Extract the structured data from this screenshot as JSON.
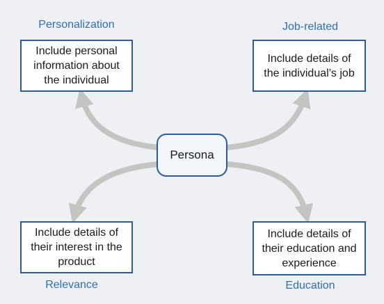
{
  "center": {
    "label": "Persona"
  },
  "nodes": [
    {
      "category": "Personalization",
      "text": [
        "Include personal",
        "information about",
        "the individual"
      ]
    },
    {
      "category": "Job-related",
      "text": [
        "Include details of",
        "the individual’s job"
      ]
    },
    {
      "category": "Relevance",
      "text": [
        "Include details of",
        "their interest in the",
        "product"
      ]
    },
    {
      "category": "Education",
      "text": [
        "Include details of",
        "their education and",
        "experience"
      ]
    }
  ],
  "colors": {
    "category_text": "#2f6fb5",
    "box_border": "#2b5c98",
    "arrow": "#c4c4c4",
    "background": "#eef0f3"
  }
}
